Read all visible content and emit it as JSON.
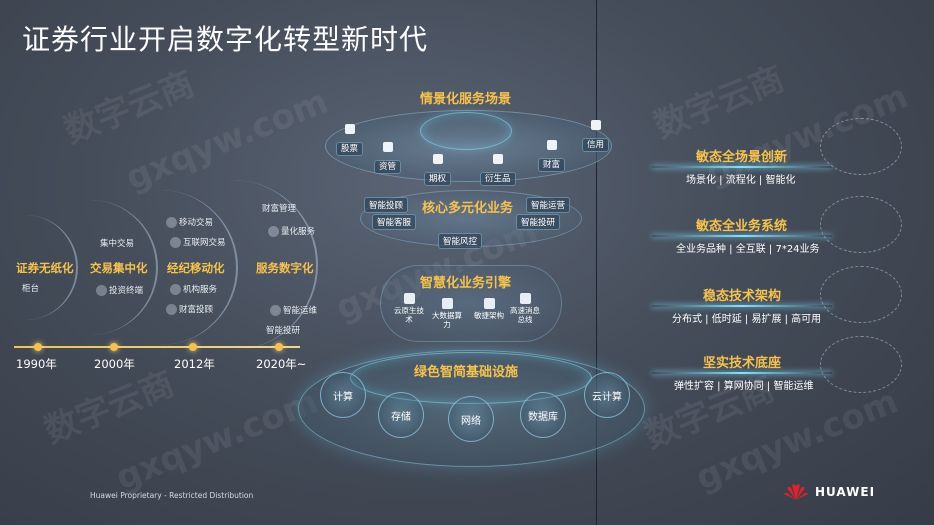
{
  "title": "证券行业开启数字化转型新时代",
  "evolution": {
    "stages": [
      {
        "label": "证券无纸化",
        "subs": [
          "柜台"
        ]
      },
      {
        "label": "交易集中化",
        "subs": [
          "集中交易",
          "投资终端"
        ]
      },
      {
        "label": "经纪移动化",
        "subs": [
          "移动交易",
          "互联网交易",
          "机构服务",
          "财富投顾"
        ]
      },
      {
        "label": "服务数字化",
        "subs": [
          "财富管理",
          "量化服务",
          "智能运维",
          "智能投研"
        ]
      }
    ],
    "years": [
      "1990年",
      "2000年",
      "2012年",
      "2020年~"
    ]
  },
  "center": {
    "services": {
      "title": "情景化服务场景",
      "items": [
        "股票",
        "资管",
        "期权",
        "衍生品",
        "财富",
        "信用"
      ]
    },
    "core": {
      "title": "核心多元化业务",
      "items": [
        "智能投顾",
        "智能运营",
        "智能客服",
        "智能投研",
        "智能风控"
      ]
    },
    "engine": {
      "title": "智慧化业务引擎",
      "items": [
        "云原生技术",
        "大数据算力",
        "敏捷架构",
        "高速消息总线"
      ]
    },
    "infra": {
      "title": "绿色智简基础设施",
      "items": [
        "计算",
        "存储",
        "网络",
        "数据库",
        "云计算"
      ]
    }
  },
  "right": [
    {
      "title": "敏态全场景创新",
      "desc": "场景化 | 流程化 | 智能化"
    },
    {
      "title": "敏态全业务系统",
      "desc": "全业务品种 | 全互联 | 7*24业务"
    },
    {
      "title": "稳态技术架构",
      "desc": "分布式 | 低时延 | 易扩展 | 高可用"
    },
    {
      "title": "坚实技术底座",
      "desc": "弹性扩容 | 算网协同 | 智能运维"
    }
  ],
  "footer": "Huawei Proprietary - Restricted Distribution",
  "brand": "HUAWEI",
  "watermark": {
    "cn": "数字云商",
    "en": "gxqyw.com"
  },
  "colors": {
    "accent": "#f6c24a",
    "glow": "#7fe3ff",
    "brand_red": "#e4202c"
  }
}
